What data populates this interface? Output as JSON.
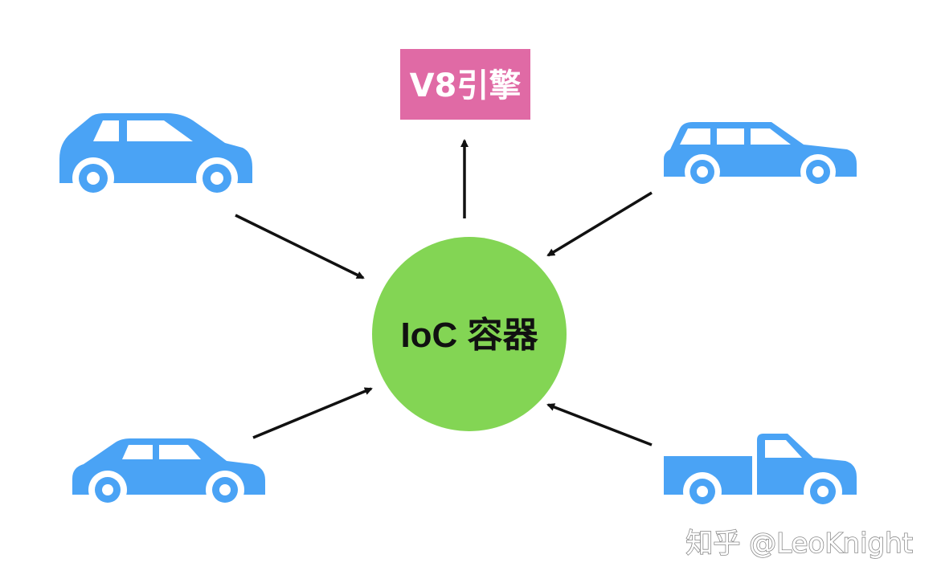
{
  "engine": {
    "label": "V8引擎",
    "color": "#e06aa5"
  },
  "container": {
    "label": "IoC 容器",
    "color": "#83d554"
  },
  "car_color": "#4aa3f5",
  "arrow_color": "#111111",
  "cars": [
    "suv-car-icon",
    "station-wagon-car-icon",
    "sedan-car-icon",
    "pickup-truck-icon"
  ],
  "watermark": "知乎 @LeoKnight"
}
